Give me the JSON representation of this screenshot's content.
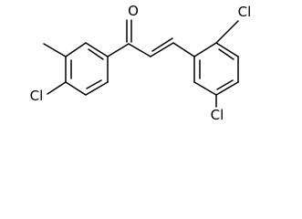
{
  "molecule": {
    "atom_labels": {
      "carbonyl_oxygen": "O",
      "chlorine_para": "Cl",
      "chlorine_ortho_top": "Cl",
      "chlorine_ortho_bottom": "Cl"
    },
    "colors": {
      "bond": "#000000",
      "label": "#000000",
      "background": "#ffffff"
    }
  }
}
